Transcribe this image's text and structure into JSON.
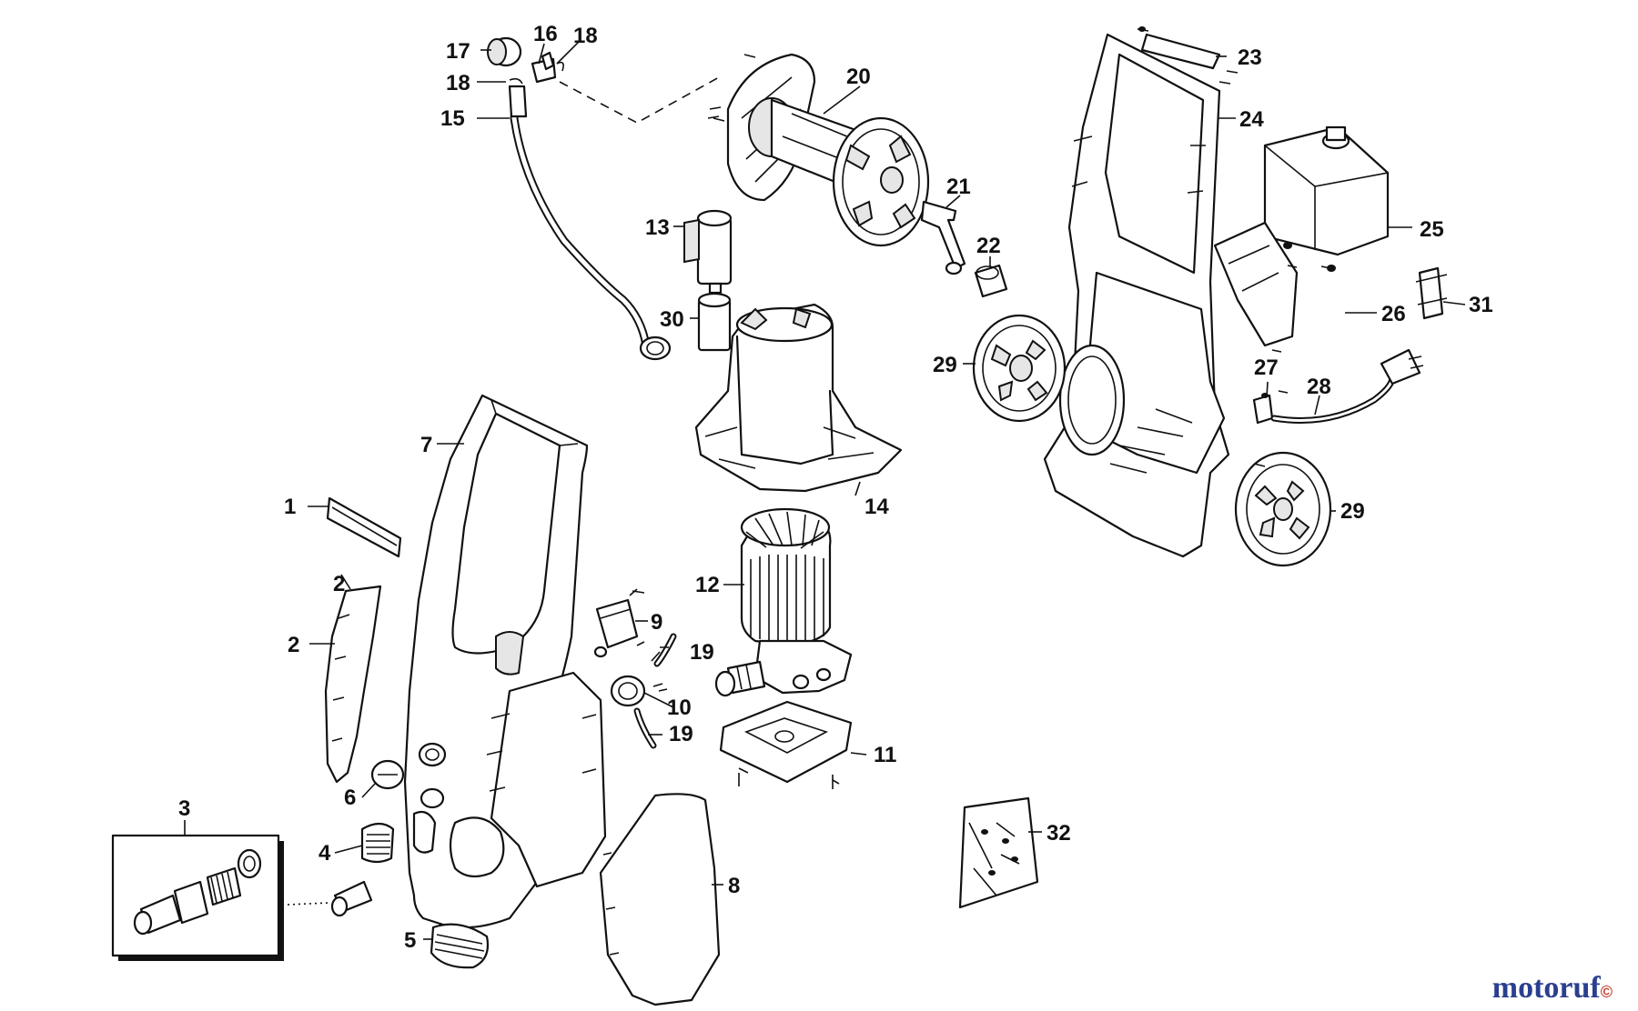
{
  "diagram": {
    "callouts": {
      "c1": "1",
      "c2": "2",
      "c2b": "2",
      "c3": "3",
      "c4": "4",
      "c5": "5",
      "c6": "6",
      "c7": "7",
      "c8": "8",
      "c9": "9",
      "c10": "10",
      "c11": "11",
      "c12": "12",
      "c13": "13",
      "c14": "14",
      "c15": "15",
      "c16": "16",
      "c17": "17",
      "c18a": "18",
      "c18b": "18",
      "c19a": "19",
      "c19b": "19",
      "c20": "20",
      "c21": "21",
      "c22": "22",
      "c23": "23",
      "c24": "24",
      "c25": "25",
      "c26": "26",
      "c27": "27",
      "c28": "28",
      "c29a": "29",
      "c29b": "29",
      "c30": "30",
      "c31": "31",
      "c32": "32"
    }
  },
  "watermark": {
    "text": "motoruf",
    "suffix": "©"
  }
}
